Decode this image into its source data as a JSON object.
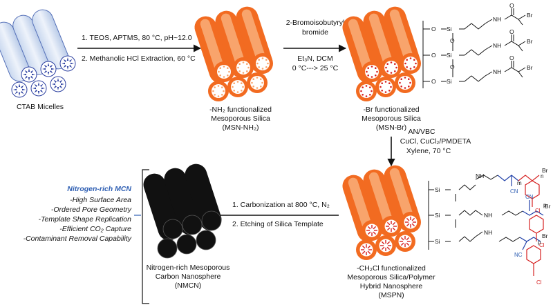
{
  "labels": {
    "ctab": "CTAB Micelles",
    "msn_nh2": [
      "-NH₂ functionalized",
      "Mesoporous Silica",
      "(MSN-NH₂)"
    ],
    "msn_br": [
      "-Br functionalized",
      "Mesoporous Silica",
      "(MSN-Br)"
    ],
    "mspn": [
      "-CH₂Cl functionalized",
      "Mesoporous Silica/Polymer",
      "Hybrid Nanosphere",
      "(MSPN)"
    ],
    "nmcn": [
      "Nitrogen-rich Mesoporous",
      "Carbon  Nanosphere",
      "(NMCN)"
    ]
  },
  "steps": {
    "step1": [
      "1. TEOS, APTMS, 80 °C, pH~12.0",
      "2. Methanolic HCl Extraction, 60 °C"
    ],
    "step2": [
      "2-Bromoisobutyryl",
      "bromide",
      "Et₃N, DCM",
      "0 °C---> 25 °C"
    ],
    "step3": [
      "AN/VBC",
      "CuCl, CuCl₂/PMDETA",
      "Xylene, 70 °C"
    ],
    "step4": [
      "1. Carbonization at 800 °C, N₂",
      "2. Etching of Silica Template"
    ]
  },
  "properties": {
    "heading": "Nitrogen-rich MCN",
    "items": [
      "-High Surface Area",
      "-Ordered Pore Geometry",
      "-Template Shape Replication",
      "-Efficient CO₂ Capture",
      "-Contaminant Removal Capability"
    ]
  },
  "chem": {
    "si": "Si",
    "o": "O",
    "nh": "NH",
    "br": "Br",
    "cn": "CN",
    "nc": "NC",
    "cl": "Cl",
    "m": "m",
    "n": "n",
    "p": "p"
  },
  "colors": {
    "orange": "#f26b21",
    "orange_light": "#f8a46c",
    "blue_heading": "#2f5fb3",
    "polymer_red": "#d62020",
    "polymer_blue": "#1f3fa8",
    "micelle": "#2b3fa0",
    "carbon": "#111111"
  }
}
